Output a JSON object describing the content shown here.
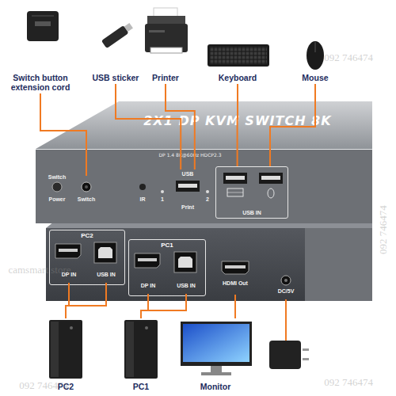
{
  "diagram": {
    "nodes": [
      {
        "text": [
          "Switch button extension cord"
        ]
      },
      {
        "text": [
          "USB sticker"
        ]
      },
      {
        "text": [
          "Printer"
        ]
      },
      {
        "text": [
          "Keyboard"
        ]
      },
      {
        "text": [
          "Mouse"
        ]
      },
      {
        "text": [
          "2X1 DP KVM SWITCH 8K",
          "DP 1.4 8K@60Hz HDCP2.3"
        ]
      },
      {
        "text": [
          "Switch"
        ],
        "in": 5
      },
      {
        "text": [
          "USB"
        ],
        "in": 5
      },
      {
        "text": [
          "USB IN"
        ],
        "in": 5
      },
      {
        "text": [
          "PC2"
        ]
      },
      {
        "text": [
          "DP IN"
        ],
        "in": 9
      },
      {
        "text": [
          "USB IN"
        ],
        "in": 9
      },
      {
        "text": [
          "PC1"
        ]
      },
      {
        "text": [
          "DP IN"
        ],
        "in": 12
      },
      {
        "text": [
          "USB IN"
        ],
        "in": 12
      },
      {
        "text": [
          "HDMI Out"
        ]
      },
      {
        "text": [
          "DC/5V"
        ]
      },
      {
        "text": [
          "PC2"
        ]
      },
      {
        "text": [
          "PC1"
        ]
      },
      {
        "text": [
          "Monitor"
        ]
      }
    ],
    "edges": [
      {
        "from": 0,
        "to": 6,
        "arrow": "none"
      },
      {
        "from": 1,
        "to": 7,
        "arrow": "none"
      },
      {
        "from": 2,
        "to": 7,
        "arrow": "none"
      },
      {
        "from": 3,
        "to": 8,
        "arrow": "none"
      },
      {
        "from": 4,
        "to": 8,
        "arrow": "none"
      },
      {
        "from": 17,
        "to": 10,
        "arrow": "none"
      },
      {
        "from": 17,
        "to": 11,
        "arrow": "none"
      },
      {
        "from": 18,
        "to": 13,
        "arrow": "none"
      },
      {
        "from": 18,
        "to": 14,
        "arrow": "none"
      },
      {
        "from": 19,
        "to": 15,
        "arrow": "none"
      }
    ],
    "labels": [
      "Switch",
      "Power",
      "IR",
      "1",
      "Print",
      "2",
      "092 746474",
      "092 746474",
      "camsmart store",
      "092 746474",
      "092 746474"
    ]
  }
}
